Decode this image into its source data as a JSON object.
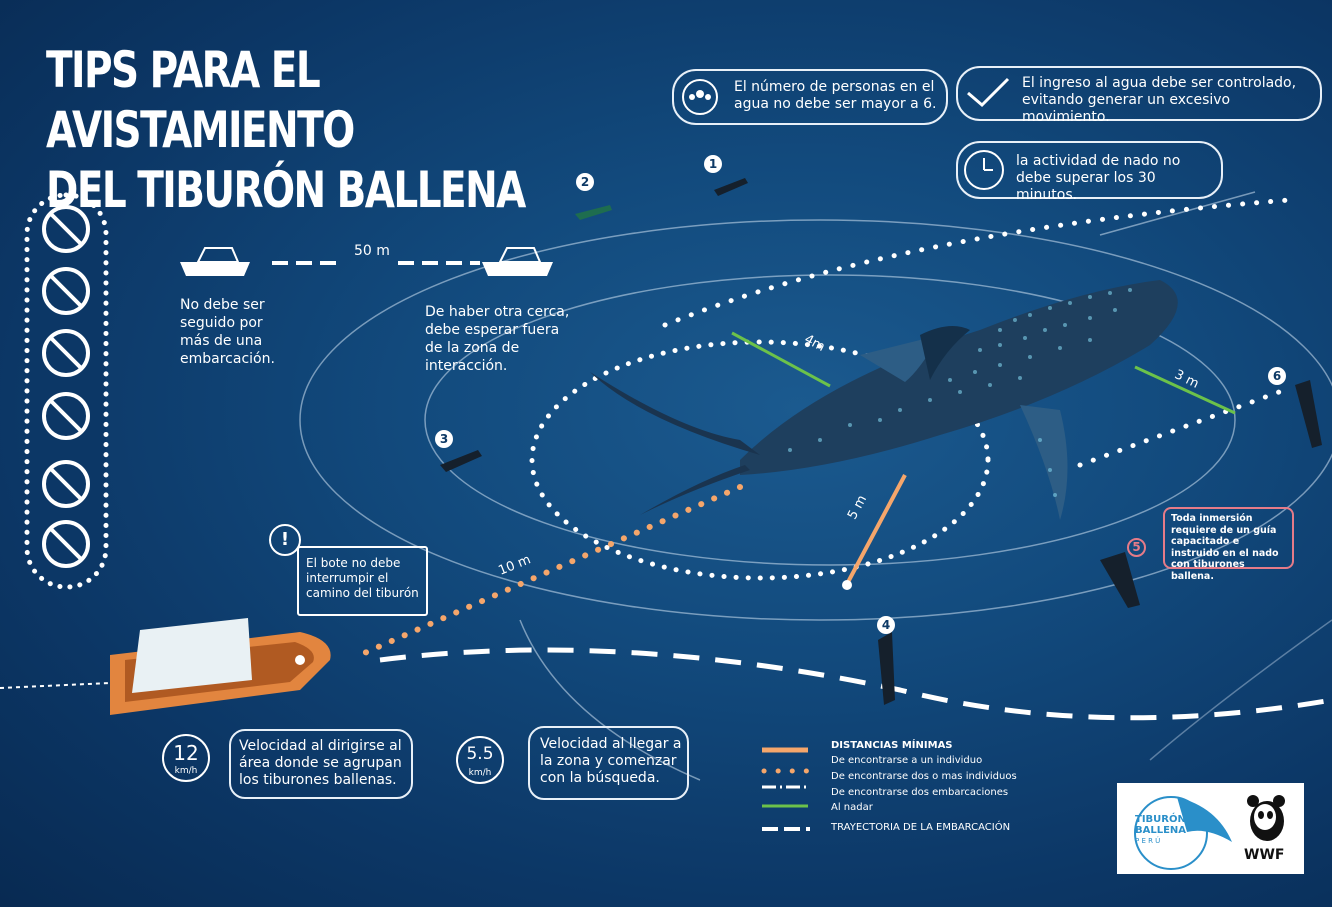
{
  "title": {
    "line1": "TIPS PARA EL AVISTAMIENTO",
    "line2": "DEL TIBURÓN BALLENA"
  },
  "tips": {
    "people": "El número de personas en el agua no debe ser mayor a 6.",
    "entry": "El ingreso al agua debe ser controlado, evitando generar un excesivo movimiento.",
    "time": "la actividad de nado no debe superar los 30 minutos."
  },
  "boats": {
    "distance": "50 m",
    "follow_rule": "No debe ser seguido por más de una embarcación.",
    "wait_rule": "De haber otra cerca, debe esperar fuera de la zona de interacción."
  },
  "boat_warning": "El bote no debe interrumpir el camino del tiburón",
  "distances": {
    "d4": "4m",
    "d3": "3 m",
    "d5": "5 m",
    "d10": "10 m"
  },
  "markers": [
    "1",
    "2",
    "3",
    "4",
    "5",
    "6"
  ],
  "warning_mark": "!",
  "immersion_note": "Toda inmersión requiere de un guía capacitado e instruido en el nado con tiburones  ballena.",
  "speeds": {
    "approach_value": "12",
    "approach_unit": "km/h",
    "approach_text": "Velocidad al dirigirse al área donde se agrupan los tiburones ballenas.",
    "search_value": "5.5",
    "search_unit": "km/h",
    "search_text": "Velocidad al llegar a la zona y comenzar con la búsqueda."
  },
  "legend": {
    "heading": "DISTANCIAS MÍNIMAS",
    "items": [
      "De encontrarse a un individuo",
      "De encontrarse dos o mas individuos",
      "De encontrarse dos embarcaciones",
      "Al nadar",
      "TRAYECTORIA DE LA EMBARCACIÓN"
    ]
  },
  "logos": {
    "tiburon_1": "TIBURÓN",
    "tiburon_2": "BALLENA",
    "tiburon_3": "P E R Ú",
    "wwf": "WWF"
  },
  "colors": {
    "orange": "#f5a66b",
    "green": "#6cc24a",
    "pink": "#e57b88",
    "white": "#ffffff",
    "wwf_blue": "#2a8fc9"
  }
}
